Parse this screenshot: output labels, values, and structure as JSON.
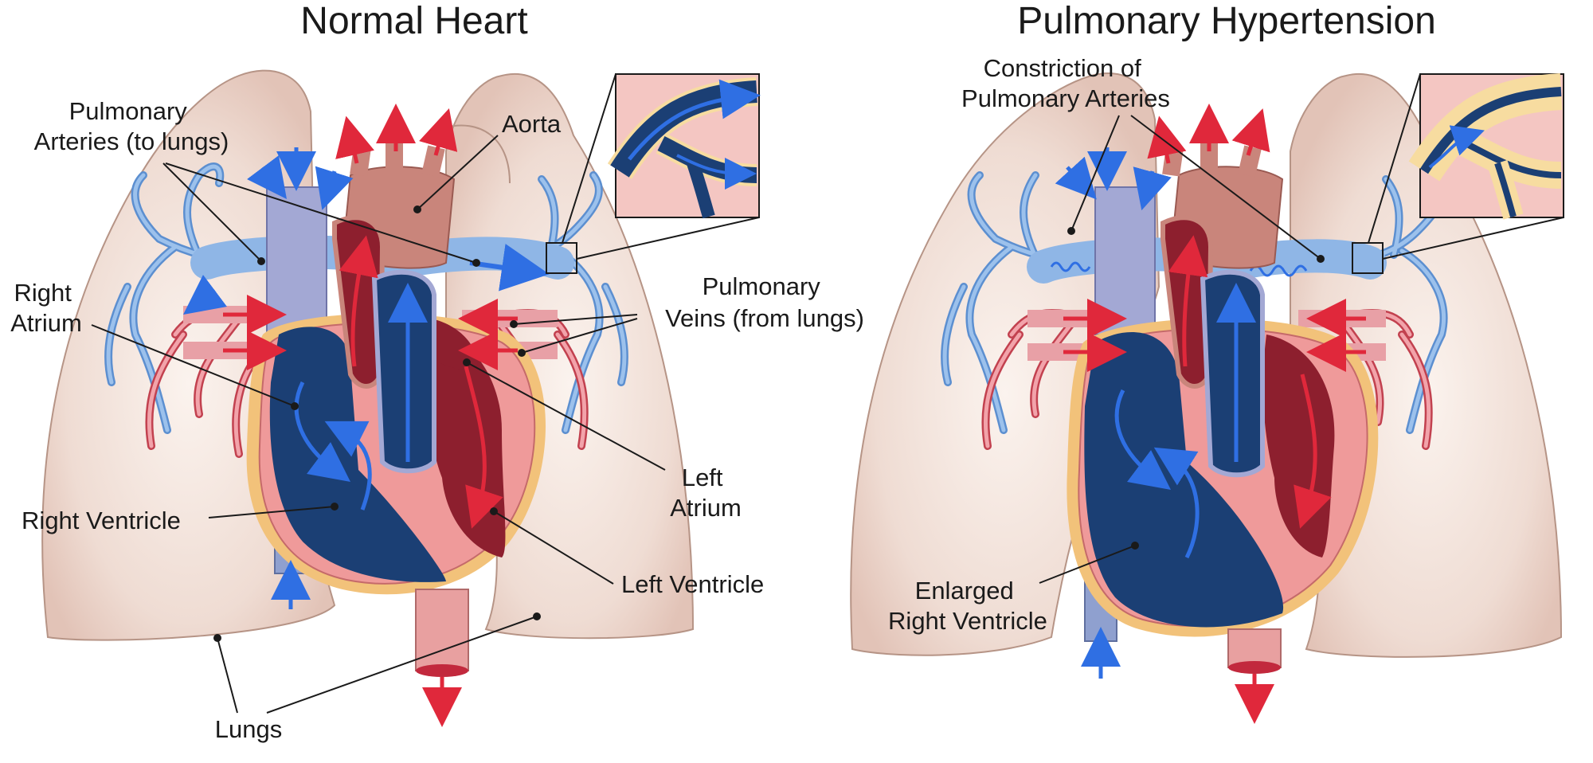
{
  "panels": [
    {
      "id": "normal",
      "title": "Normal Heart",
      "labels": {
        "pulmonary_arteries": [
          "Pulmonary",
          "Arteries (to lungs)"
        ],
        "aorta": "Aorta",
        "right_atrium": [
          "Right",
          "Atrium"
        ],
        "pulmonary_veins": [
          "Pulmonary",
          "Veins (from lungs)"
        ],
        "right_ventricle": "Right Ventricle",
        "left_atrium": [
          "Left",
          "Atrium"
        ],
        "left_ventricle": "Left Ventricle",
        "lungs": "Lungs"
      },
      "inset": "normal-artery"
    },
    {
      "id": "hypertension",
      "title": "Pulmonary Hypertension",
      "labels": {
        "constriction": [
          "Constriction of",
          "Pulmonary Arteries"
        ],
        "enlarged_rv": [
          "Enlarged",
          "Right Ventricle"
        ]
      },
      "inset": "constricted-artery"
    }
  ],
  "colors": {
    "lung": "#ead2c8",
    "lung_shade": "#f7ece6",
    "lung_outline": "#b69486",
    "deoxygenated": "#1b3f74",
    "deox_light": "#8fa0cf",
    "vessel_blue": "#6f9fd6",
    "oxygenated": "#8d1f2e",
    "heart_muscle": "#ef9a9a",
    "pericardium": "#f2c27a",
    "aorta": "#c9857b",
    "arrow_blue": "#2f6fe3",
    "arrow_red": "#e0283b",
    "plaque": "#f7dca0"
  }
}
